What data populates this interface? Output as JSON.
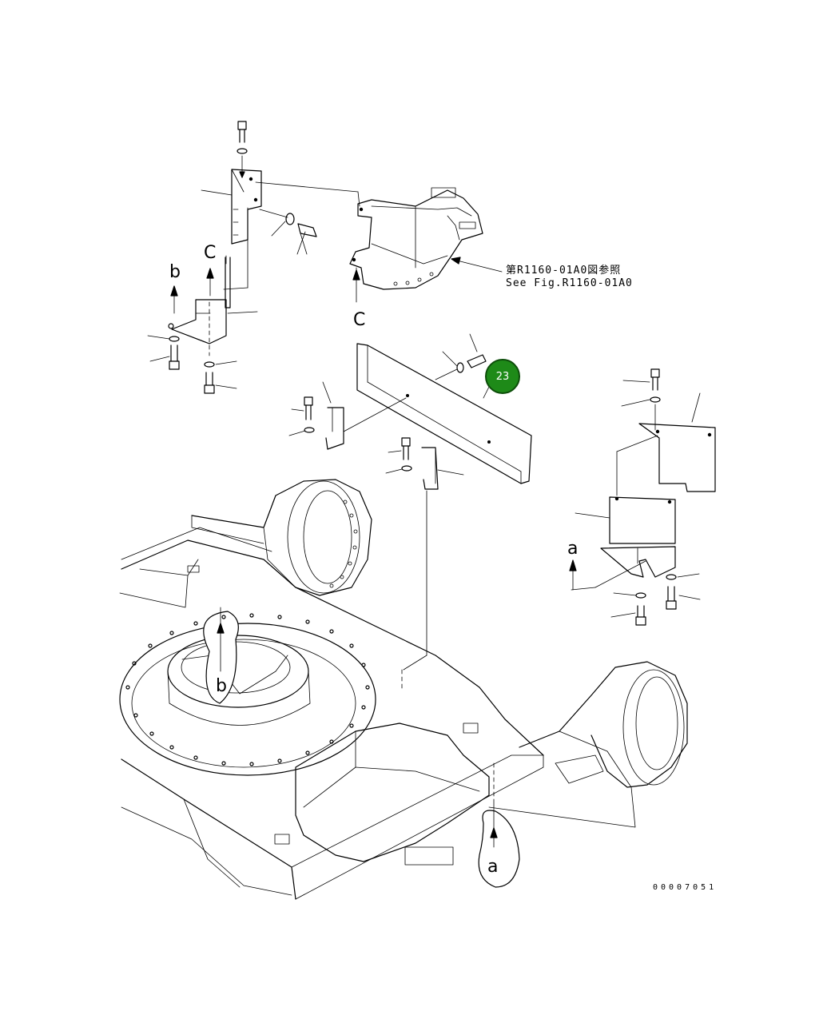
{
  "views": {
    "c_top": "C",
    "c_bottom": "C",
    "b_top": "b",
    "b_bottom": "b",
    "a_top": "a",
    "a_bottom": "a"
  },
  "reference": {
    "japanese": "第R1160-01A0図参照",
    "english": "See Fig.R1160-01A0"
  },
  "callout": {
    "number": "23",
    "color": "#1e8a18"
  },
  "drawing_code": "00007051"
}
